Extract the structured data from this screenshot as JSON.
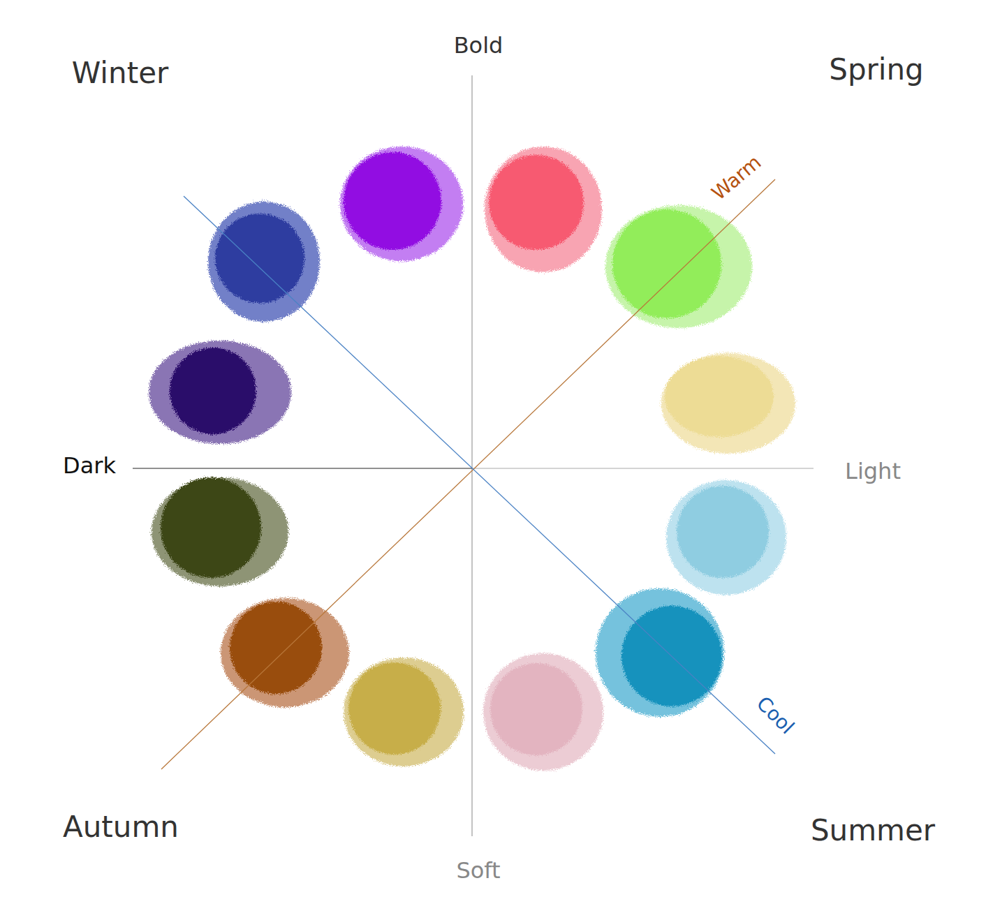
{
  "diagram": {
    "labels": [
      "Bold",
      "Winter",
      "Spring",
      "Warm",
      "Dark",
      "Light",
      "Cool",
      "Autumn",
      "Summer",
      "Soft"
    ]
  }
}
